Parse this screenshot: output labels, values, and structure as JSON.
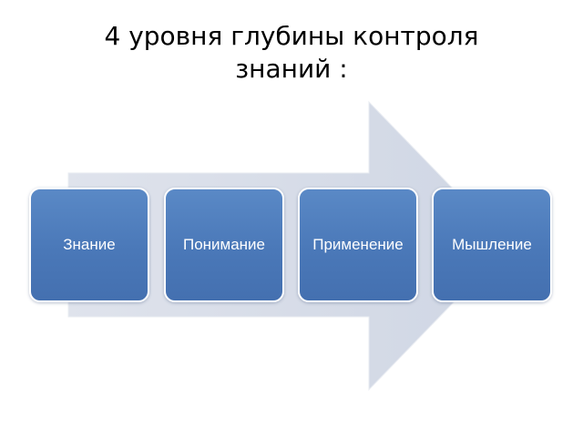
{
  "title": {
    "line1": "4 уровня глубины контроля",
    "line2": "знаний :"
  },
  "stages": [
    {
      "label": "Знание"
    },
    {
      "label": "Понимание"
    },
    {
      "label": "Применение"
    },
    {
      "label": "Мышление"
    }
  ],
  "colors": {
    "stage_fill": "#4a78b8",
    "arrow_fill": "#d5dbe7",
    "stage_border": "#ffffff"
  }
}
